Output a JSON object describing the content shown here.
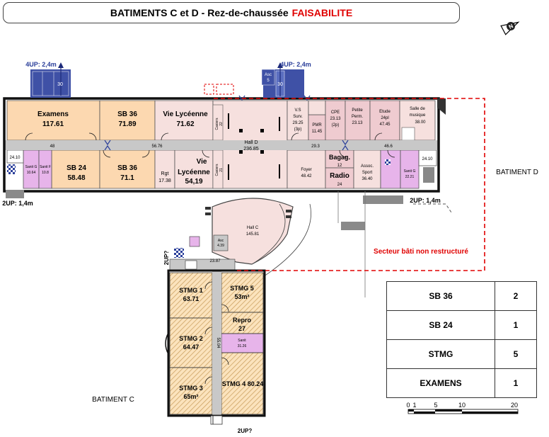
{
  "title": {
    "main": "BATIMENTS C et D - Rez-de-chaussée",
    "highlight": "FAISABILITE"
  },
  "labels": {
    "batiment_d": "BATIMENT D",
    "batiment_c": "BATIMENT C",
    "secteur": "Secteur bâti non restructuré",
    "up_4_left": "4UP: 2,4m",
    "up_4_right": "4UP: 2,4m",
    "up_2_left": "2UP: 1,4m",
    "up_2_right": "2UP: 1,4m",
    "up_2q_left": "2UP?",
    "up_2q_bottom": "2UP?",
    "stair_30a": "30",
    "stair_30b": "30",
    "asc5": "Asc\n5",
    "asc439": "Asc\n4.39"
  },
  "corridors": {
    "c48": "48",
    "c5676": "56.76",
    "c293": "29.3",
    "c466": "46.6",
    "c2410a": "24.10",
    "c2410b": "24.10",
    "c2387": "23.87",
    "c5504": "55.04"
  },
  "rooms": {
    "examens": {
      "name": "Examens",
      "area": "117.61"
    },
    "sb36a": {
      "name": "SB 36",
      "area": "71.89"
    },
    "vie_lyc": {
      "name": "Vie Lycéenne",
      "area": "71.62"
    },
    "sb24": {
      "name": "SB 24",
      "area": "58.48"
    },
    "sb36b": {
      "name": "SB 36",
      "area": "71.1"
    },
    "rgt": {
      "name": "Rgt",
      "area": "17.38"
    },
    "vie_lyc2": {
      "name1": "Vie",
      "name2": "Lycéenne",
      "area": "54,19"
    },
    "hall_d": {
      "name": "Hall D",
      "area": "236.85"
    },
    "casiers1": {
      "name": "Casiers",
      "area": "22"
    },
    "casiers2": {
      "name": "Casiers",
      "area": "21"
    },
    "vs": {
      "name1": "V.S",
      "name2": "Surv.",
      "area": "29.25",
      "sub": "(3p)"
    },
    "pmr": {
      "name": "PMR",
      "area": "11.45"
    },
    "cpe": {
      "name": "CPE",
      "area": "23.13",
      "sub": "(2p)"
    },
    "pp": {
      "name1": "Petite",
      "name2": "Perm.",
      "area": "23.13"
    },
    "etude": {
      "name": "Etude",
      "sub": "24pl",
      "area": "47.45"
    },
    "musique": {
      "name1": "Salle de",
      "name2": "musique",
      "area": "38.00"
    },
    "foyer": {
      "name": "Foyer",
      "area": "48.42"
    },
    "bagag": {
      "name": "Bagag.",
      "area": "12"
    },
    "radio": {
      "name": "Radio",
      "area": "24"
    },
    "assoc": {
      "name1": "Assoc.",
      "name2": "Sport",
      "area": "36.40"
    },
    "hall_c": {
      "name": "Hall C",
      "area": "145.81"
    },
    "stmg1": {
      "name": "STMG 1",
      "area": "63.71"
    },
    "stmg5": {
      "name": "STMG 5",
      "area": "53m²"
    },
    "repro": {
      "name": "Repro",
      "area": "27"
    },
    "stmg2": {
      "name": "STMG 2",
      "area": "64.47"
    },
    "stmg3": {
      "name": "STMG 3",
      "area": "65m²"
    },
    "stmg4": {
      "name": "STMG 4 80.24"
    },
    "wc_d": {
      "name": "Sanit G",
      "area": "10.64"
    },
    "wc_d2": {
      "name": "Sanit F",
      "area": "10.8"
    },
    "wc_d3": {
      "name": "Sanit G",
      "area": "22.21"
    },
    "wc_c": {
      "name": "Sanit",
      "area": "31.26"
    }
  },
  "recap": [
    {
      "name": "SB 36",
      "count": "2"
    },
    {
      "name": "SB 24",
      "count": "1"
    },
    {
      "name": "STMG",
      "count": "5"
    },
    {
      "name": "EXAMENS",
      "count": "1"
    }
  ],
  "scale": {
    "t0": "0",
    "t1": "1",
    "t5": "5",
    "t10": "10",
    "t20": "20"
  },
  "colors": {
    "orange": "#fcd8b0",
    "pink": "#f6e0de",
    "grey": "#c8c8c8",
    "blue": "#3f51a6",
    "red": "#e00000",
    "magenta": "#e7b4ea"
  }
}
